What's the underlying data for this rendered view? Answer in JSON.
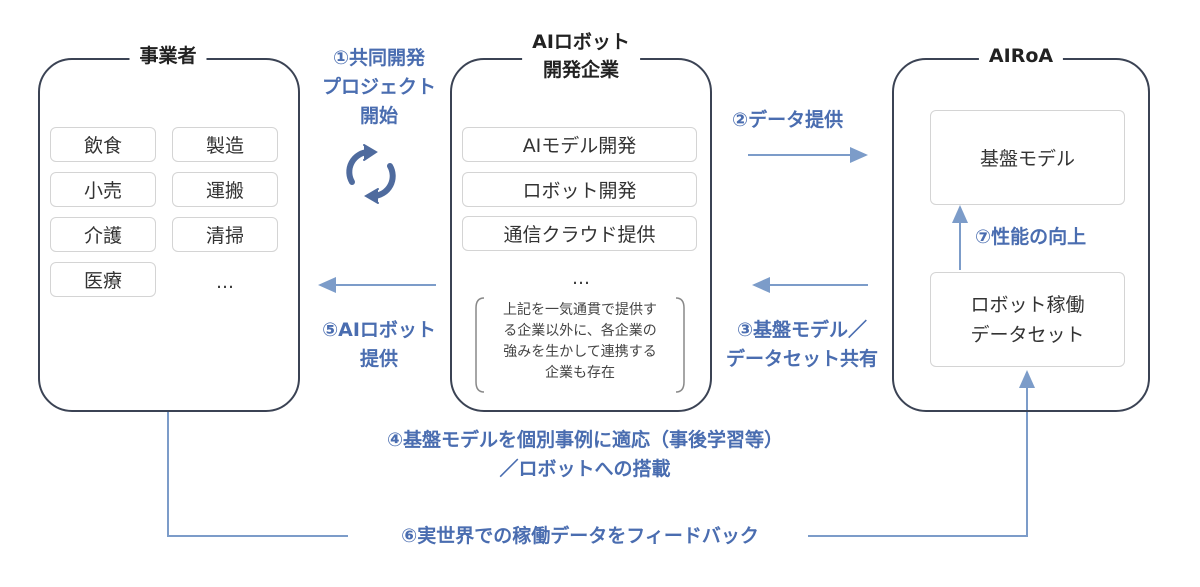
{
  "operators": {
    "title": "事業者",
    "items": [
      "飲食",
      "製造",
      "小売",
      "運搬",
      "介護",
      "清掃",
      "医療"
    ],
    "more": "…"
  },
  "developer": {
    "title_line1": "AIロボット",
    "title_line2": "開発企業",
    "items": [
      "AIモデル開発",
      "ロボット開発",
      "通信クラウド提供"
    ],
    "more": "…",
    "note": [
      "上記を一気通貫で提供す",
      "る企業以外に、各企業の",
      "強みを生かして連携する",
      "企業も存在"
    ]
  },
  "airoa": {
    "title": "AIRoA",
    "foundation_model": "基盤モデル",
    "dataset_line1": "ロボット稼働",
    "dataset_line2": "データセット",
    "improve": "⑦性能の向上"
  },
  "steps": {
    "s1": [
      "①共同開発",
      "プロジェクト",
      "開始"
    ],
    "s2": "②データ提供",
    "s3": [
      "③基盤モデル／",
      "データセット共有"
    ],
    "s4": [
      "④基盤モデルを個別事例に適応（事後学習等）",
      "／ロボットへの搭載"
    ],
    "s5": [
      "⑤AIロボット",
      "提供"
    ],
    "s6": "⑥実世界での稼働データをフィードバック"
  },
  "colors": {
    "outline": "#3b4354",
    "accent": "#4a6db0",
    "arrow": "#7c9cc9"
  }
}
